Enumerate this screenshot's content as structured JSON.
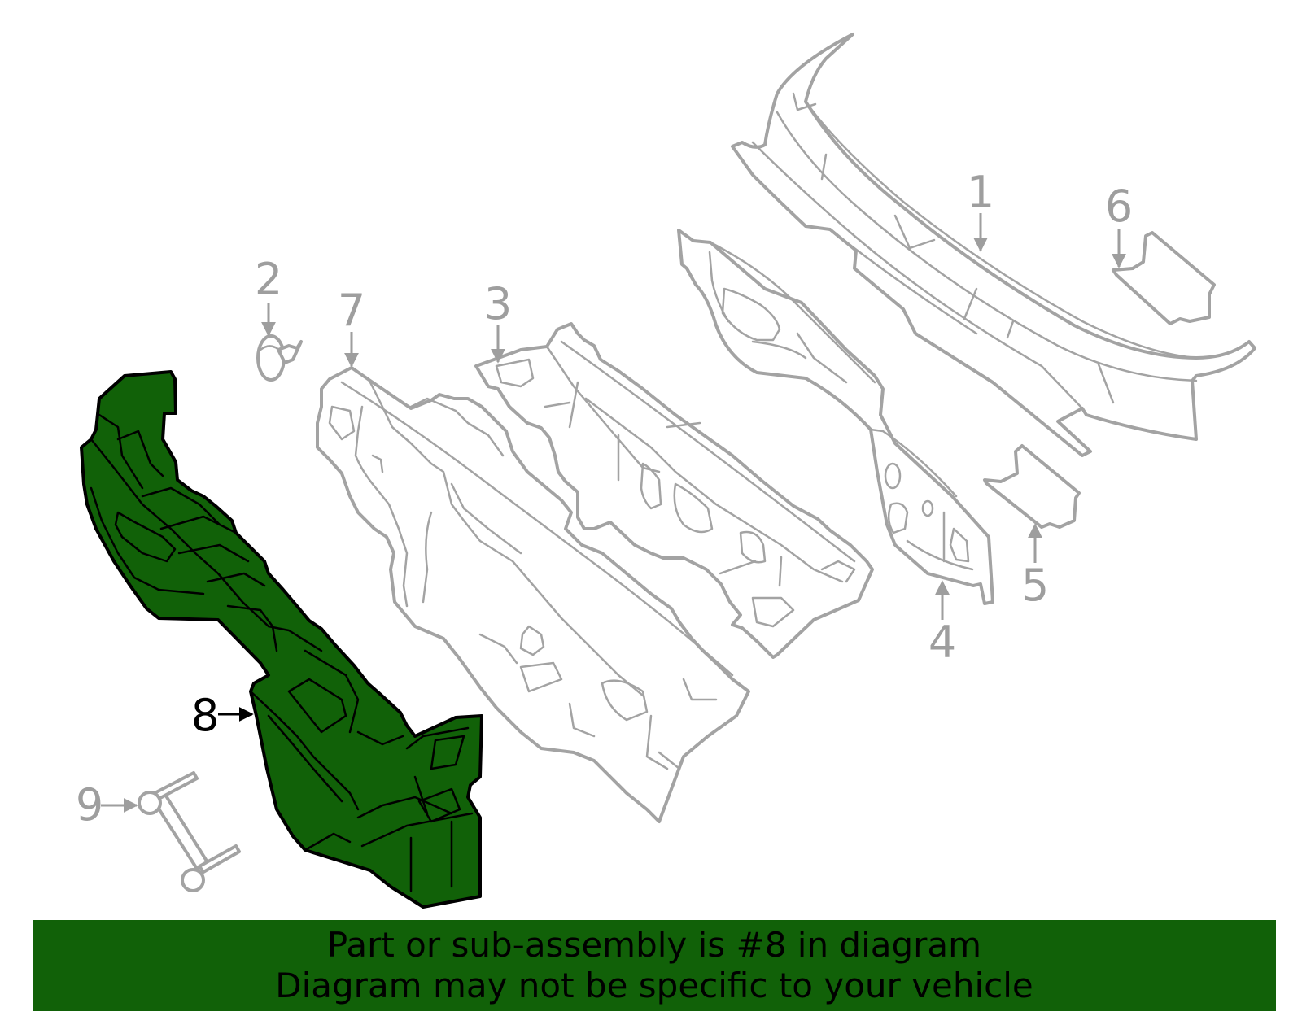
{
  "diagram": {
    "highlighted_part": "8",
    "highlight_color": "#116108",
    "outline_color": "#a3a3a3",
    "callouts": [
      {
        "id": "1",
        "label": "1"
      },
      {
        "id": "2",
        "label": "2"
      },
      {
        "id": "3",
        "label": "3"
      },
      {
        "id": "4",
        "label": "4"
      },
      {
        "id": "5",
        "label": "5"
      },
      {
        "id": "6",
        "label": "6"
      },
      {
        "id": "7",
        "label": "7"
      },
      {
        "id": "8",
        "label": "8"
      },
      {
        "id": "9",
        "label": "9"
      }
    ]
  },
  "banner": {
    "line1": "Part or sub-assembly is #8 in diagram",
    "line2": "Diagram may not be specific to your vehicle"
  }
}
